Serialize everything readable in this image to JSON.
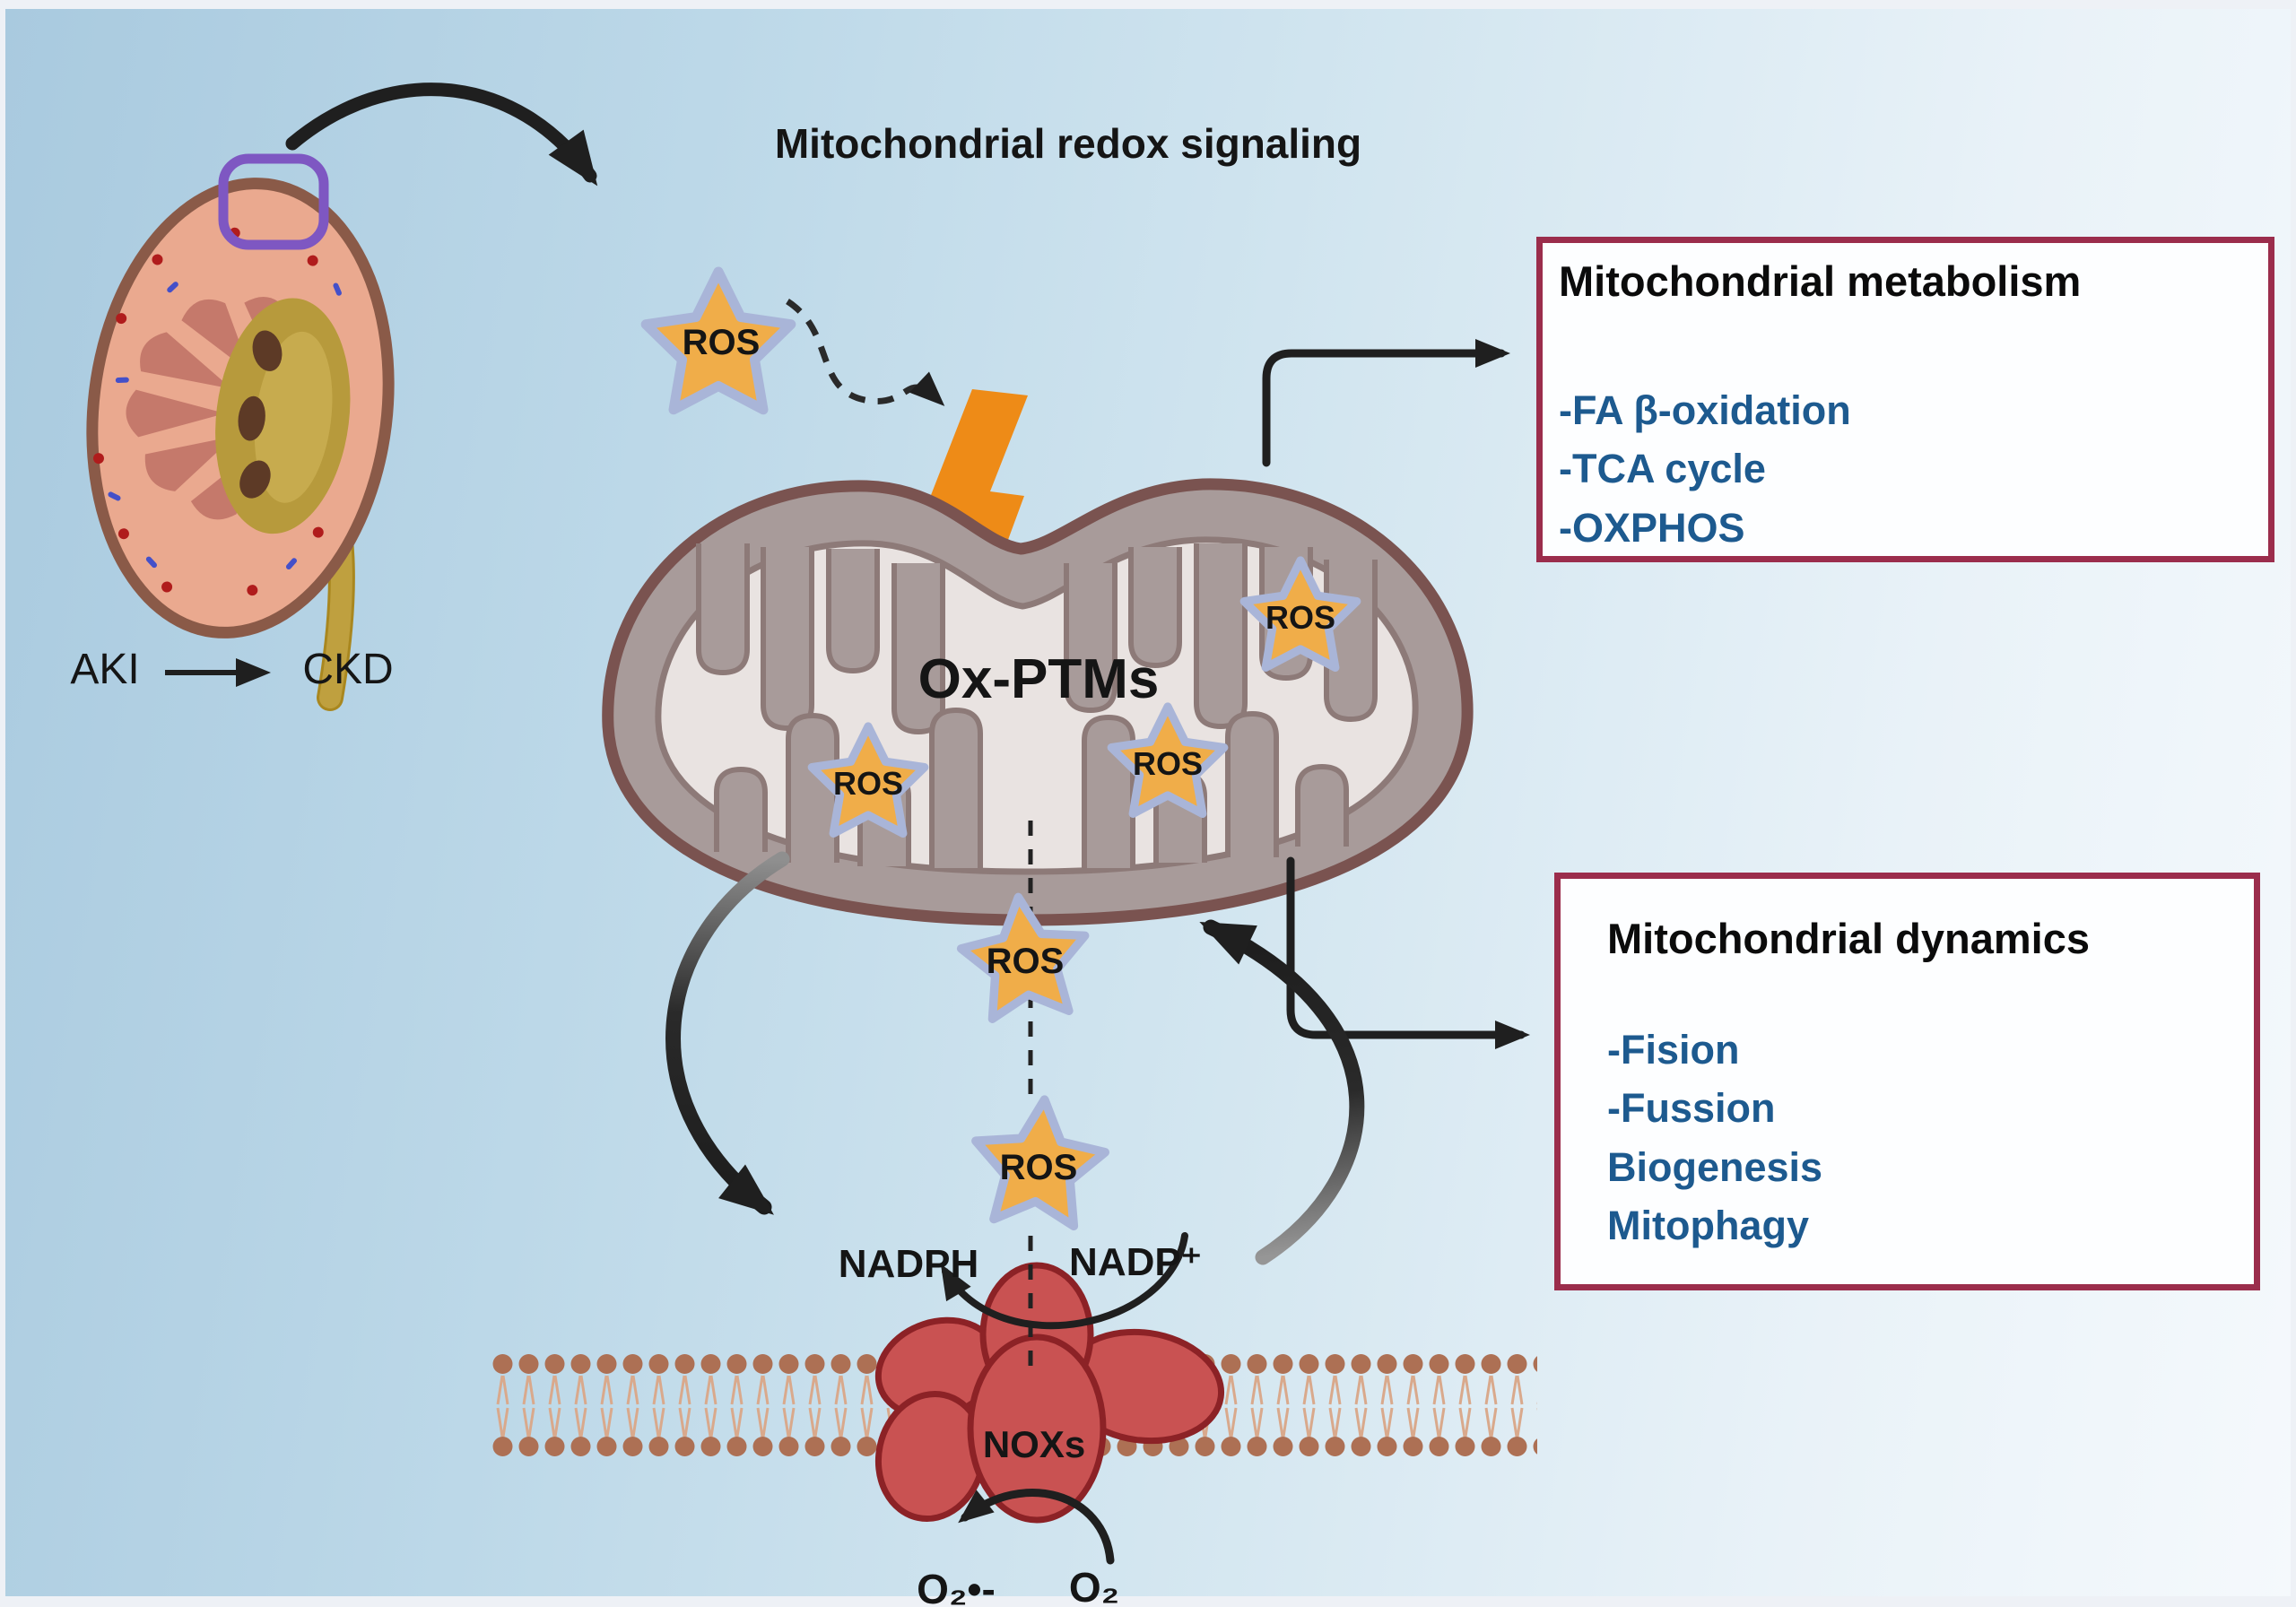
{
  "title": "Mitochondrial redox signaling",
  "kidney_flow": {
    "aki": "AKI",
    "ckd": "CKD"
  },
  "ros_stars": [
    {
      "label": "ROS"
    },
    {
      "label": "ROS"
    },
    {
      "label": "ROS"
    },
    {
      "label": "ROS"
    },
    {
      "label": "ROS"
    },
    {
      "label": "ROS"
    }
  ],
  "mitochondrion": {
    "label": "Ox-PTMs"
  },
  "redox_cycle": {
    "nadph": "NADPH",
    "nadp": "NADP⁺"
  },
  "nox": {
    "label": "NOXs",
    "superoxide": "O₂•-",
    "oxygen": "O₂"
  },
  "boxes": {
    "metabolism": {
      "title": "Mitochondrial metabolism",
      "items": [
        "-FA β-oxidation",
        "-TCA cycle",
        "-OXPHOS"
      ]
    },
    "dynamics": {
      "title": "Mitochondrial dynamics",
      "items": [
        "-Fision",
        "-Fussion",
        "Biogenesis",
        "Mitophagy"
      ]
    }
  },
  "colors": {
    "background_left": "#a9cadf",
    "background_right": "#f5f9fc",
    "box_border": "#9b2d4c",
    "box_item_text": "#1d5a8f",
    "ros_star_fill": "#f0ad49",
    "ros_star_outline": "#a9b5d8",
    "lightning": "#ee8b17",
    "nox_fill": "#c95252",
    "nox_outline": "#8c2226",
    "membrane_head": "#ad7054",
    "membrane_tail": "#d9a98c",
    "mito_body": "#a89b9a",
    "mito_outline": "#7a5350",
    "mito_matrix": "#e9e3e1",
    "kidney_cortex": "#eaa98f",
    "kidney_pyramid": "#c5796b",
    "kidney_pelvis": "#b79a3c",
    "kidney_capsule": "#8a5a48",
    "highlight_box": "#7e57c2",
    "arrow": "#1f1f1f"
  }
}
